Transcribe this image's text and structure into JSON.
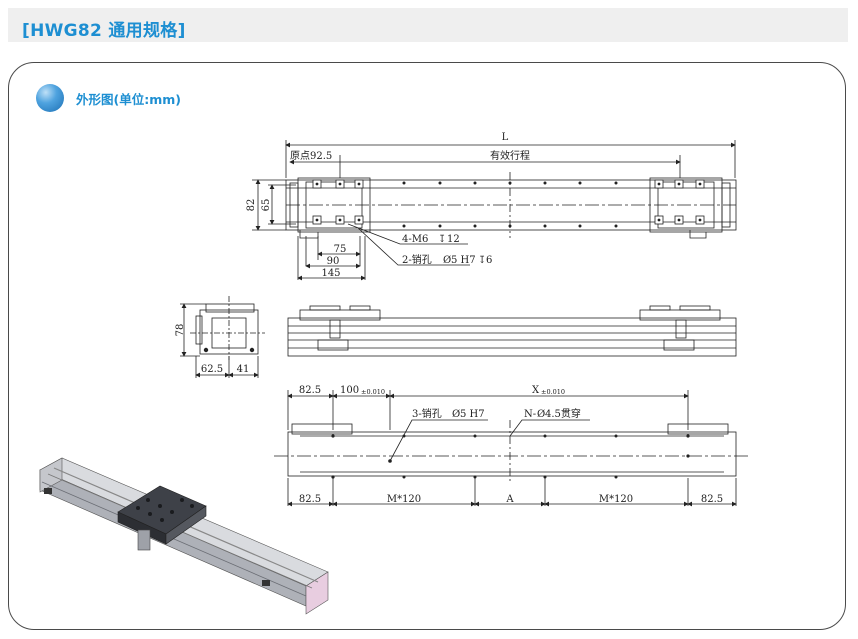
{
  "header": {
    "title": "[HWG82 通用规格]"
  },
  "section": {
    "title": "外形图(单位:mm)"
  },
  "drawing": {
    "top_view": {
      "overall_length": "L",
      "origin": "原点92.5",
      "stroke": "有效行程",
      "height_outer": "82",
      "height_inner": "65",
      "screw_note": "4-M6",
      "screw_depth": "12",
      "pin_note": "2-销孔",
      "pin_spec": "5 H7",
      "pin_depth": "6",
      "dim_75": "75",
      "dim_90": "90",
      "dim_145": "145"
    },
    "end_view": {
      "height": "78",
      "width_a": "62.5",
      "width_b": "41"
    },
    "bottom_view": {
      "left_offset": "82.5",
      "pin_spacing": "100",
      "pin_spacing_tol": "±0.010",
      "x_dim": "X",
      "x_tol": "±0.010",
      "pin_label": "3-销孔",
      "pin_label_spec": "5 H7",
      "hole_label": "N-",
      "hole_label_spec": "4.5贯穿",
      "bottom_left": "82.5",
      "m120_left": "M*120",
      "a_dim": "A",
      "m120_right": "M*120",
      "bottom_right": "82.5"
    }
  }
}
